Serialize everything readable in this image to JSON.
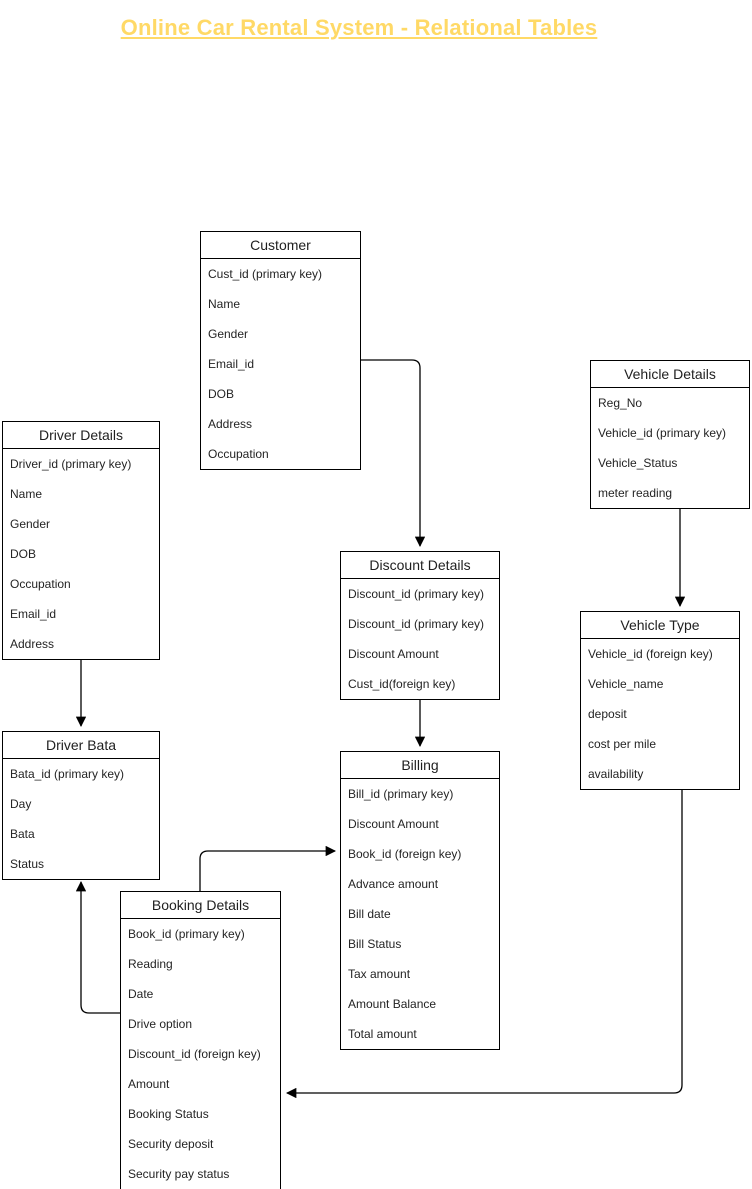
{
  "page": {
    "title": "Online Car Rental System - Relational Tables",
    "title_color": "#FFD966",
    "background_color": "#FFFFFF",
    "line_color": "#000000"
  },
  "tables": {
    "customer": {
      "title": "Customer",
      "fields": [
        "Cust_id (primary key)",
        "Name",
        "Gender",
        "Email_id",
        "DOB",
        "Address",
        "Occupation"
      ]
    },
    "driver_details": {
      "title": "Driver Details",
      "fields": [
        "Driver_id (primary key)",
        "Name",
        "Gender",
        "DOB",
        "Occupation",
        "Email_id",
        "Address"
      ]
    },
    "vehicle_details": {
      "title": "Vehicle Details",
      "fields": [
        "Reg_No",
        "Vehicle_id (primary key)",
        "Vehicle_Status",
        "meter reading"
      ]
    },
    "discount_details": {
      "title": "Discount Details",
      "fields": [
        "Discount_id (primary key)",
        "Discount_id (primary key)",
        "Discount Amount",
        "Cust_id(foreign key)"
      ]
    },
    "vehicle_type": {
      "title": "Vehicle Type",
      "fields": [
        "Vehicle_id (foreign key)",
        "Vehicle_name",
        "deposit",
        "cost per mile",
        "availability"
      ]
    },
    "driver_bata": {
      "title": "Driver Bata",
      "fields": [
        "Bata_id (primary key)",
        "Day",
        "Bata",
        "Status"
      ]
    },
    "billing": {
      "title": "Billing",
      "fields": [
        "Bill_id (primary key)",
        "Discount Amount",
        "Book_id (foreign key)",
        "Advance amount",
        "Bill date",
        "Bill Status",
        "Tax amount",
        "Amount Balance",
        "Total amount"
      ]
    },
    "booking_details": {
      "title": "Booking Details",
      "fields": [
        "Book_id (primary key)",
        "Reading",
        "Date",
        "Drive option",
        "Discount_id (foreign key)",
        "Amount",
        "Booking Status",
        "Security deposit",
        "Security pay status"
      ]
    }
  },
  "connections": [
    {
      "from": "Customer",
      "to": "Discount Details"
    },
    {
      "from": "Driver Details",
      "to": "Driver Bata"
    },
    {
      "from": "Vehicle Details",
      "to": "Vehicle Type"
    },
    {
      "from": "Discount Details",
      "to": "Billing"
    },
    {
      "from": "Booking Details",
      "to": "Billing"
    },
    {
      "from": "Booking Details",
      "to": "Driver Bata"
    },
    {
      "from": "Vehicle Type",
      "to": "Booking Details"
    }
  ]
}
